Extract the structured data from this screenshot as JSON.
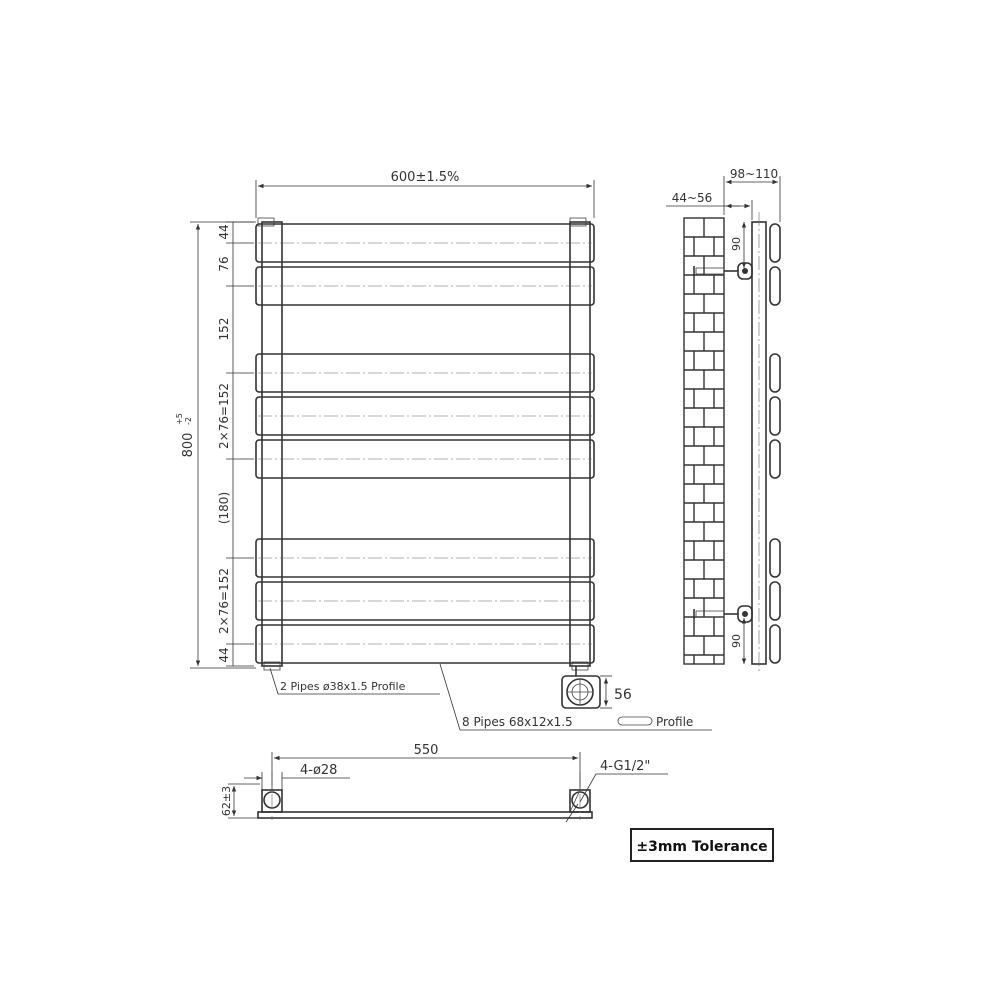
{
  "front_view": {
    "overall_width": "600±1.5%",
    "overall_height": "800",
    "height_tolerance_plus": "+5",
    "height_tolerance_minus": "-2",
    "spacing_labels": [
      "44",
      "76",
      "152",
      "2×76=152",
      "(180)",
      "2×76=152",
      "44"
    ],
    "vertical_pipe_note": "2 Pipes  ø38x1.5  Profile",
    "horizontal_pipe_note": "8 Pipes  68x12x1.5",
    "horizontal_pipe_note_suffix": "Profile",
    "valve_dimension": "56"
  },
  "side_view": {
    "depth_total": "98~110",
    "depth_wall": "44~56",
    "bracket_offset_top": "90",
    "bracket_offset_bottom": "90"
  },
  "bottom_view": {
    "pipe_centers": "550",
    "pipe_diameter_note": "4-ø28",
    "thread_note": "4-G1/2\"",
    "depth": "62±3"
  },
  "tolerance_badge": "±3mm Tolerance"
}
